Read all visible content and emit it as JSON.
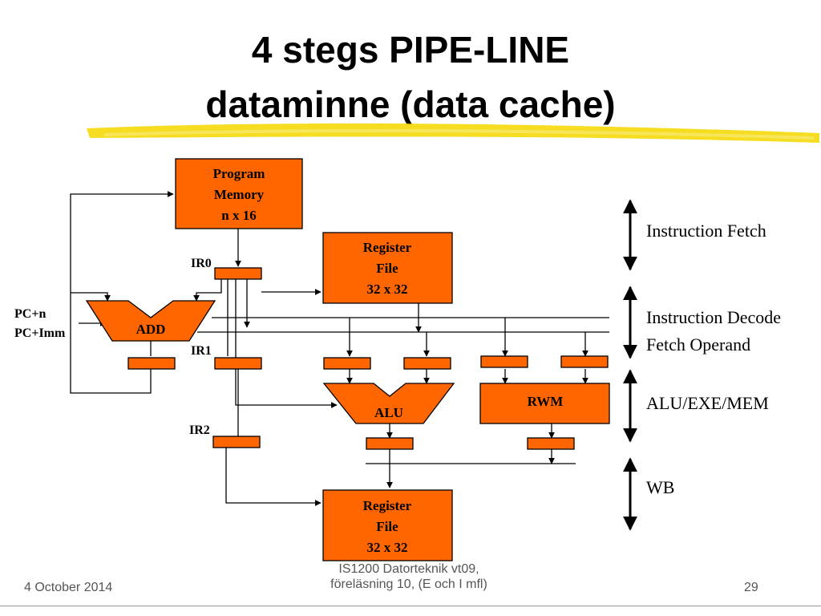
{
  "slide": {
    "title_line1": "4 stegs PIPE-LINE",
    "title_line2": "dataminne (data cache)",
    "accent_color": "#f5d90a"
  },
  "diagram": {
    "box_color": "#ff6600",
    "program_memory": [
      "Program",
      "Memory",
      "n x 16"
    ],
    "register_file_top": [
      "Register",
      "File",
      "32 x 32"
    ],
    "register_file_bottom": [
      "Register",
      "File",
      "32 x 32"
    ],
    "rwm": "RWM",
    "alu": "ALU",
    "add": "ADD",
    "ir0": "IR0",
    "ir1": "IR1",
    "ir2": "IR2",
    "pc_n": "PC+n",
    "pc_imm": "PC+Imm"
  },
  "stages": [
    {
      "label_lines": [
        "Instruction Fetch"
      ]
    },
    {
      "label_lines": [
        "Instruction Decode",
        "Fetch Operand"
      ]
    },
    {
      "label_lines": [
        "ALU/EXE/MEM"
      ]
    },
    {
      "label_lines": [
        "WB"
      ]
    }
  ],
  "footer": {
    "date": "4 October 2014",
    "course_line1": "IS1200 Datorteknik vt09,",
    "course_line2": "föreläsning 10, (E och I mfl)",
    "page": "29"
  }
}
